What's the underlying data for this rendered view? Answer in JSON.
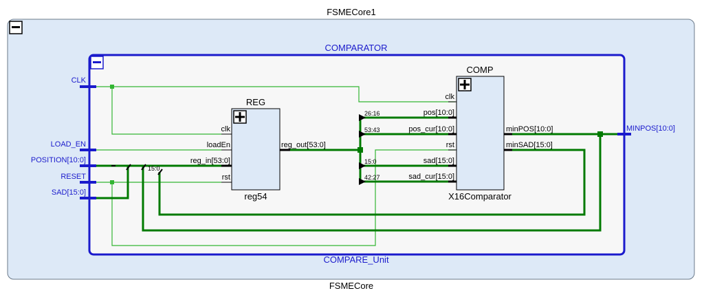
{
  "outer": {
    "title": "FSMECore1",
    "caption": "FSMECore"
  },
  "inner": {
    "title": "COMPARATOR",
    "caption": "COMPARE_Unit"
  },
  "ports_in": [
    "CLK",
    "LOAD_EN",
    "POSITION[10:0]",
    "RESET",
    "SAD[15:0]"
  ],
  "ports_out": [
    "MINPOS[10:0]"
  ],
  "reg_block": {
    "title": "REG",
    "caption": "reg54",
    "pins_in": [
      "clk",
      "loadEn",
      "reg_in[53:0]",
      "rst"
    ],
    "pins_out": [
      "reg_out[53:0]"
    ]
  },
  "comp_block": {
    "title": "COMP",
    "caption": "X16Comparator",
    "pins_in": [
      "clk",
      "pos[10:0]",
      "pos_cur[10:0]",
      "rst",
      "sad[15:0]",
      "sad_cur[15:0]"
    ],
    "pins_out": [
      "minPOS[10:0]",
      "minSAD[15:0]"
    ]
  },
  "bus_slices": [
    "26:16",
    "53:43",
    "15:0",
    "42:27",
    "15:0"
  ],
  "colors": {
    "outer_fill": "#dde9f7",
    "inner_fill": "#f7f7f7",
    "inner_border": "#1a1acc",
    "block_fill": "#dde9f7",
    "wire_thin": "#33b533",
    "wire_bus": "#007a00",
    "port_text": "#1a1acc"
  },
  "icons": [
    "collapse-icon",
    "expand-icon"
  ]
}
